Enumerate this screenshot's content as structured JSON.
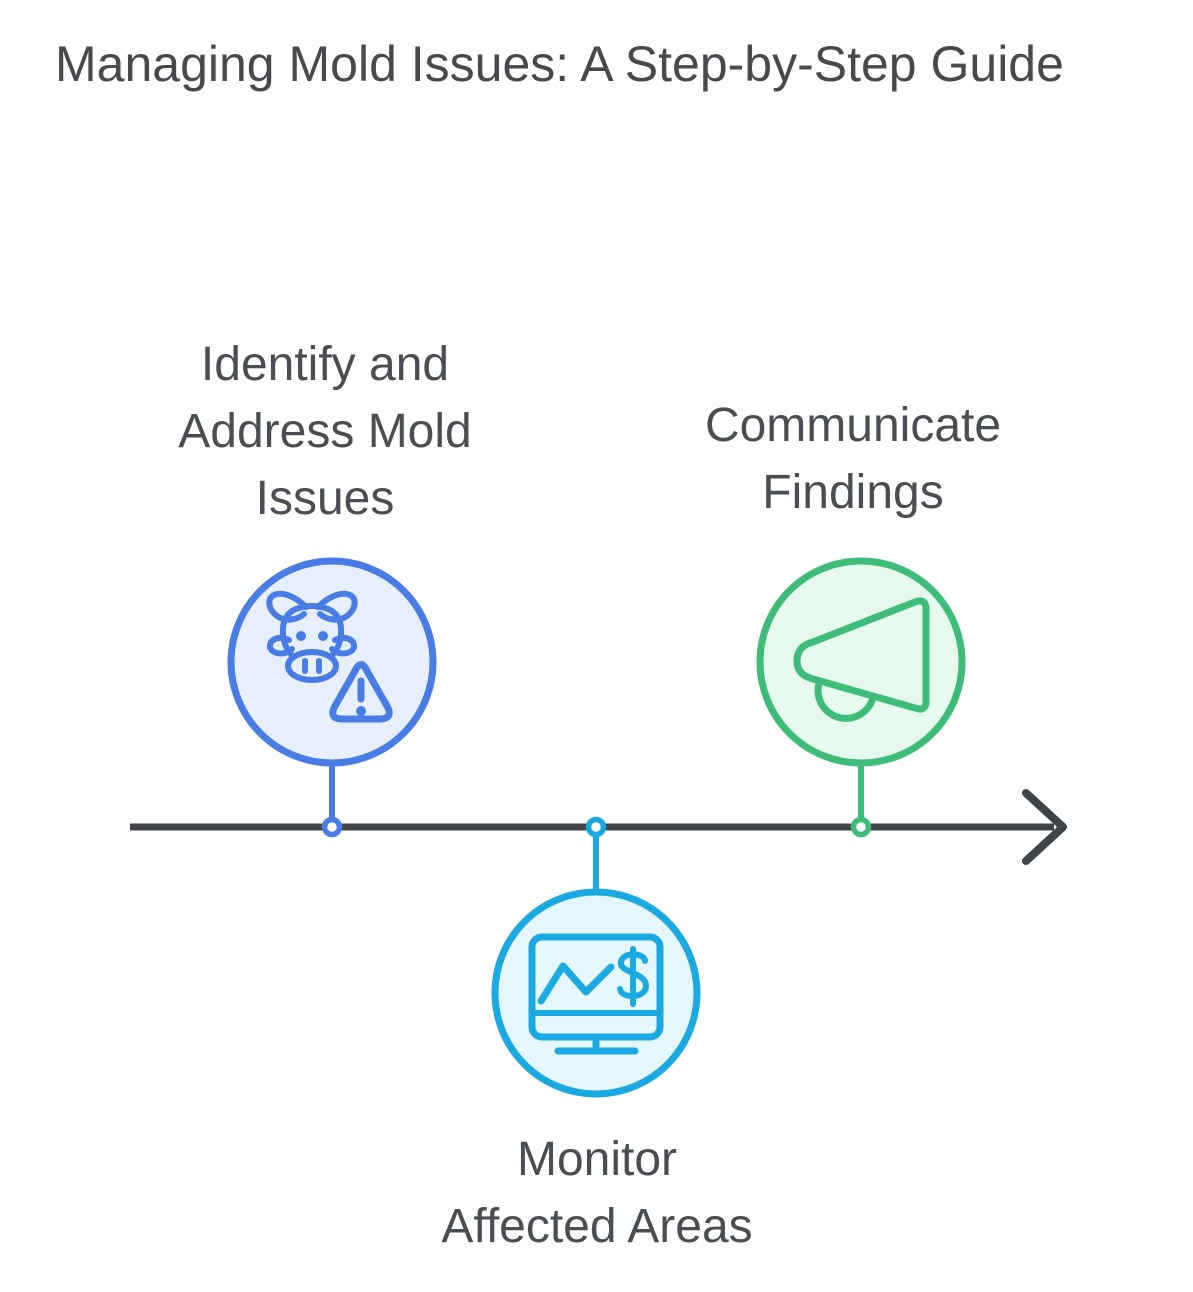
{
  "title": "Managing Mold Issues: A Step-by-Step Guide",
  "colors": {
    "timeline": "#404347",
    "text": "#4a4d52",
    "white": "#ffffff",
    "step1_stroke": "#4a7ce6",
    "step1_fill": "#e7eefc",
    "step2_stroke": "#1aa9e0",
    "step2_fill": "#e5f6fc",
    "step3_stroke": "#3ebd78",
    "step3_fill": "#e7f8ef"
  },
  "steps": [
    {
      "label": "Identify and Address Mold Issues",
      "lines": [
        "Identify and",
        "Address Mold",
        "Issues"
      ],
      "icon": "cow-warning-icon",
      "position": "above-timeline"
    },
    {
      "label": "Monitor Affected Areas",
      "lines": [
        "Monitor",
        "Affected Areas"
      ],
      "icon": "monitor-chart-dollar-icon",
      "position": "below-timeline"
    },
    {
      "label": "Communicate Findings",
      "lines": [
        "Communicate",
        "Findings"
      ],
      "icon": "megaphone-icon",
      "position": "above-timeline"
    }
  ]
}
